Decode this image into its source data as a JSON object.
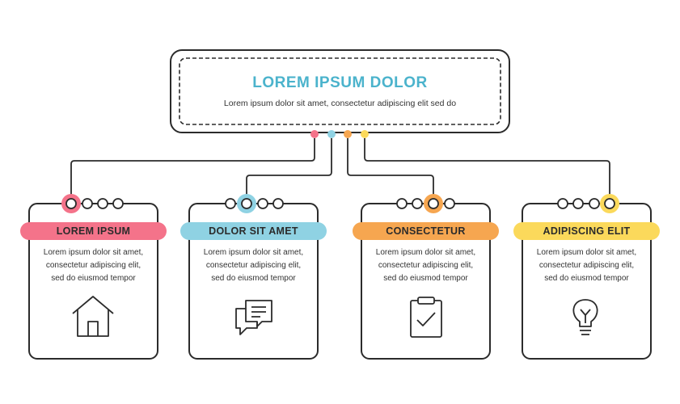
{
  "header": {
    "title": "LOREM IPSUM DOLOR",
    "subtitle": "Lorem ipsum dolor sit amet, consectetur adipiscing elit sed do"
  },
  "colors": {
    "title": "#4bb3cc",
    "outline": "#2b2b2b",
    "pink": "#f4738a",
    "blue": "#8fd2e3",
    "orange": "#f6a650",
    "yellow": "#fbd95b"
  },
  "cards": [
    {
      "label": "LOREM IPSUM",
      "lines": [
        "Lorem ipsum dolor sit amet,",
        "consectetur  adipiscing  elit,",
        "sed do eiusmod tempor"
      ],
      "icon": "house-icon"
    },
    {
      "label": "DOLOR SIT AMET",
      "lines": [
        "Lorem ipsum dolor sit amet,",
        "consectetur  adipiscing  elit,",
        "sed do eiusmod tempor"
      ],
      "icon": "chat-bubbles-icon"
    },
    {
      "label": "CONSECTETUR",
      "lines": [
        "Lorem ipsum dolor sit amet,",
        "consectetur  adipiscing  elit,",
        "sed do eiusmod tempor"
      ],
      "icon": "clipboard-check-icon"
    },
    {
      "label": "ADIPISCING ELIT",
      "lines": [
        "Lorem ipsum dolor sit amet,",
        "consectetur  adipiscing  elit,",
        "sed do eiusmod tempor"
      ],
      "icon": "lightbulb-icon"
    }
  ]
}
